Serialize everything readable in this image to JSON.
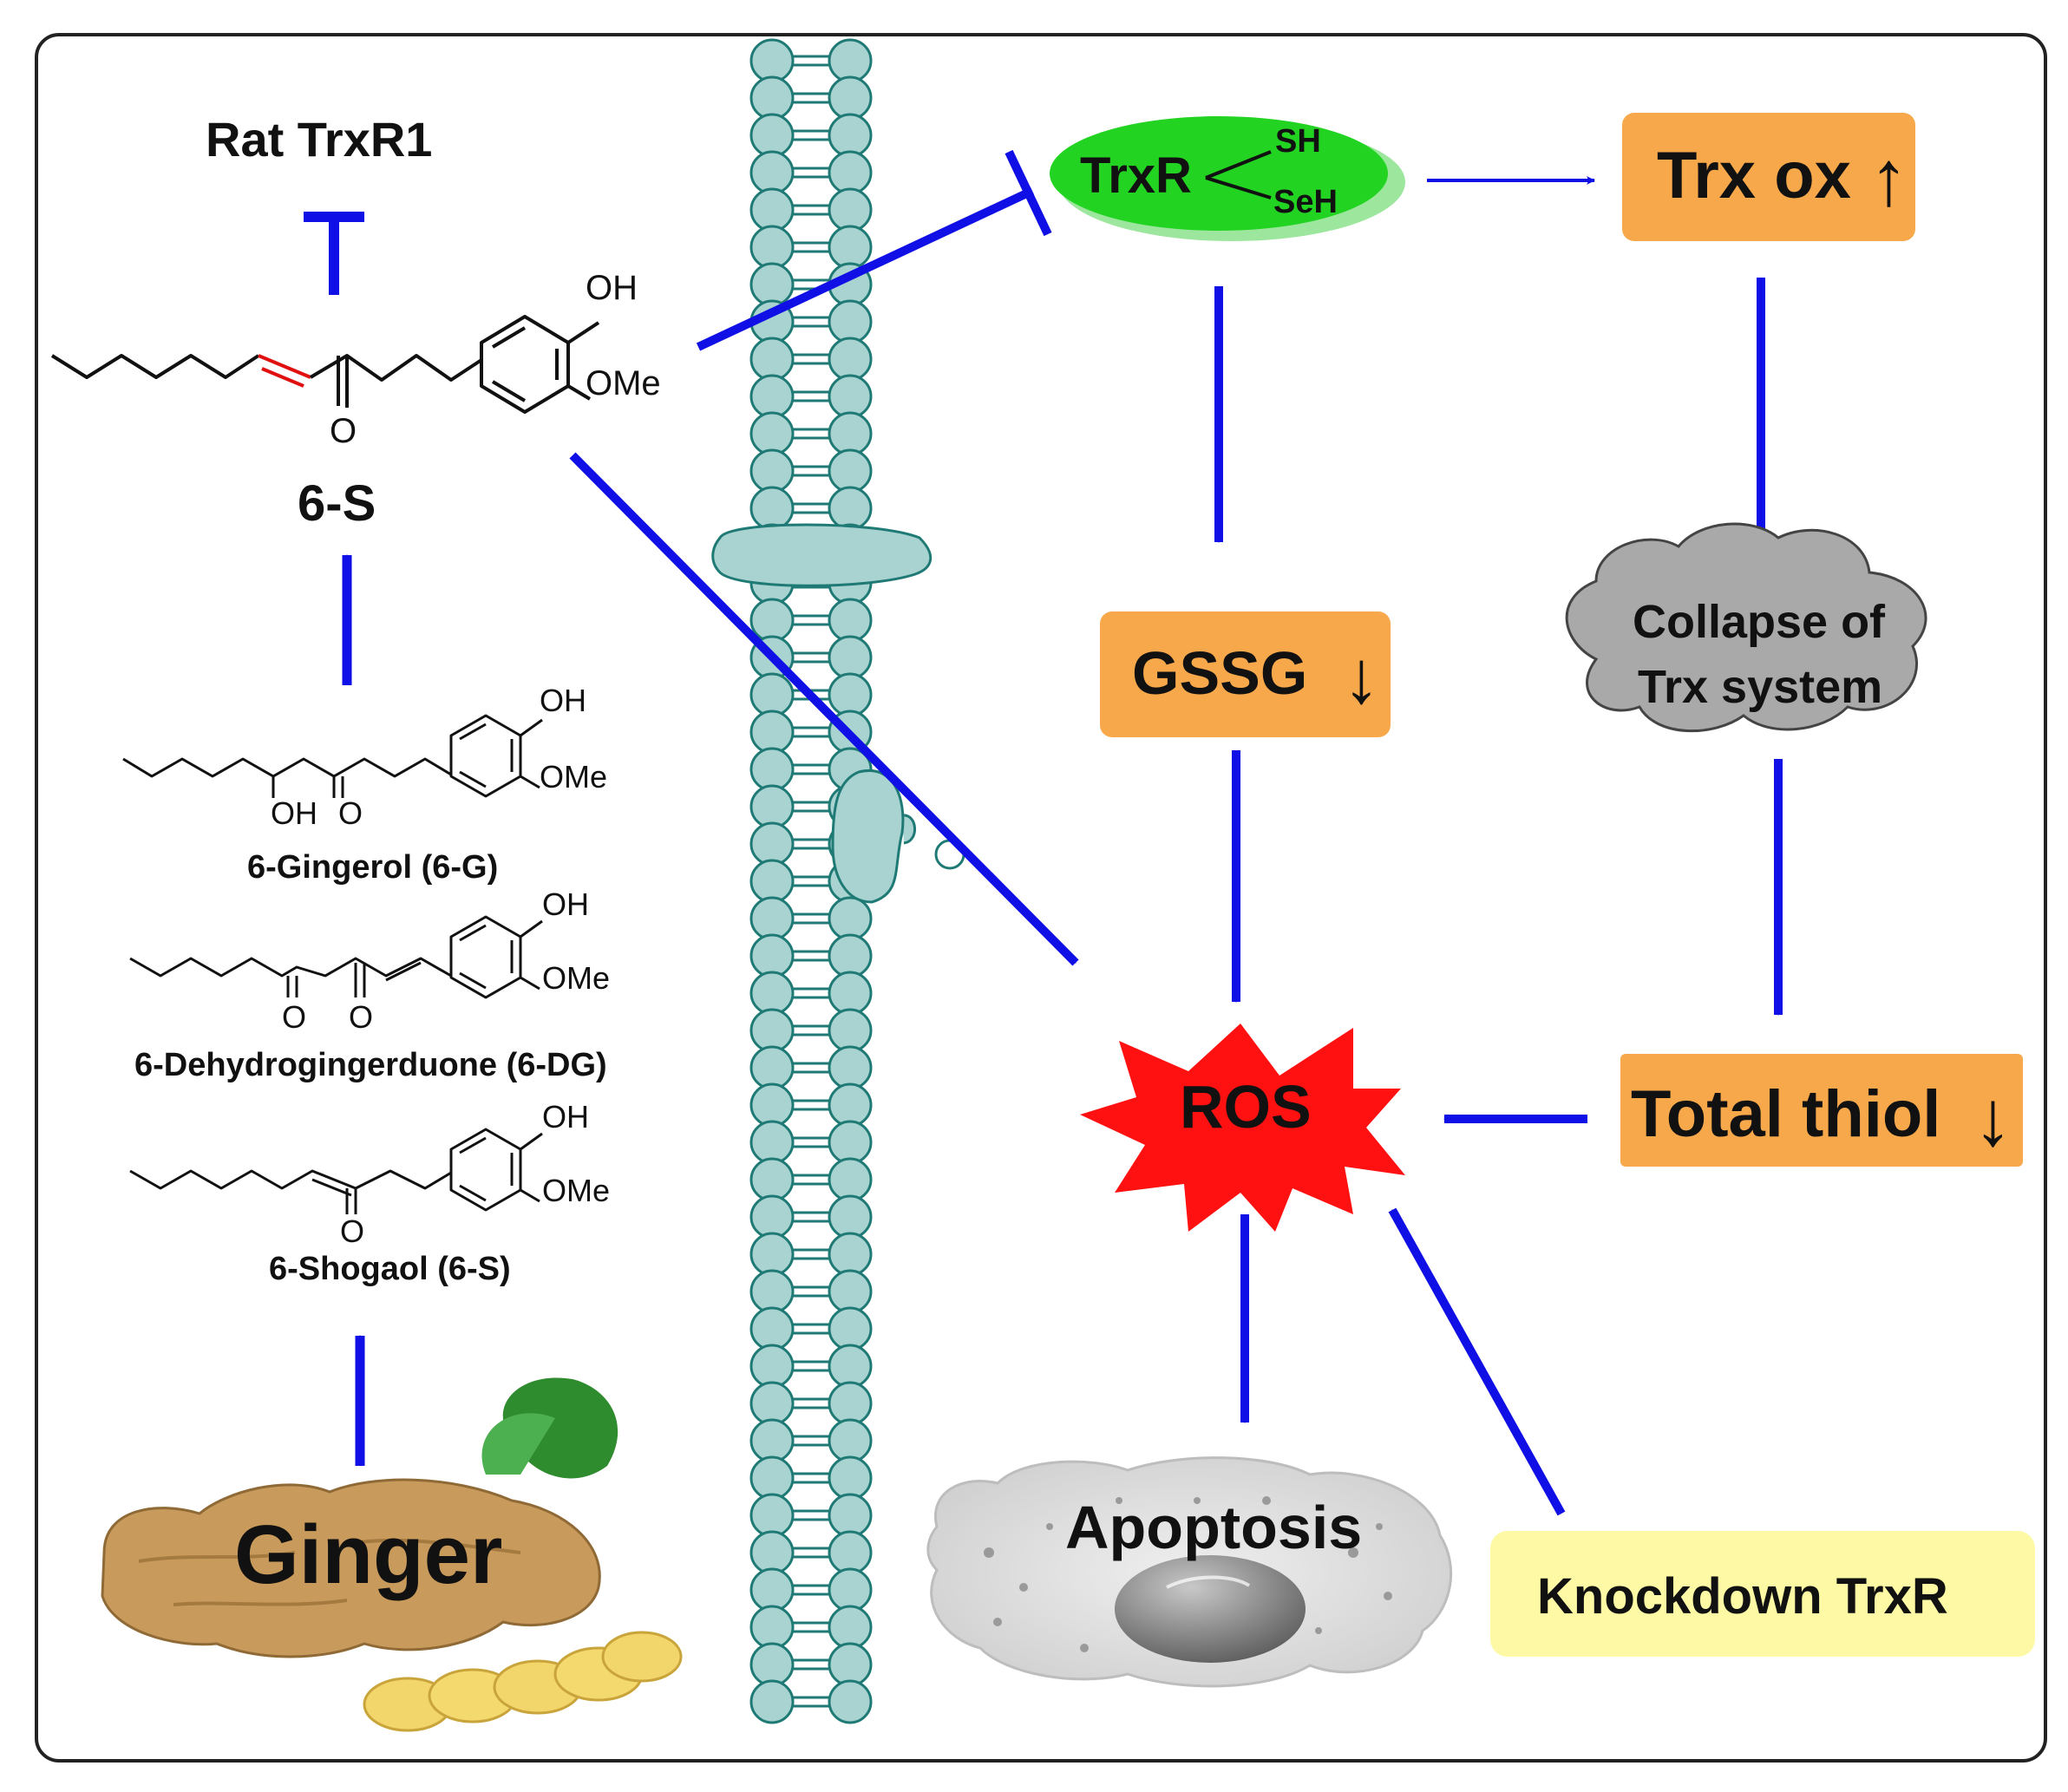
{
  "colors": {
    "arrow": "#1010e6",
    "membrane_fill": "#a9d3d0",
    "membrane_stroke": "#1f7a75",
    "orange_box": "#f7a84b",
    "trxr_fill": "#22d322",
    "ros_fill": "#ff1111",
    "cloud_fill": "#a9a9a9",
    "knockdown_fill": "#fdf9a4",
    "double_bond_red": "#e01010",
    "frame": "#222222"
  },
  "left": {
    "title": "Rat TrxR1",
    "compound_label": "6-S",
    "structures": [
      {
        "name": "6-Gingerol (6-G)"
      },
      {
        "name": "6-Dehydrogingerduone (6-DG)"
      },
      {
        "name": "6-Shogaol (6-S)"
      }
    ],
    "atoms": {
      "oh": "OH",
      "ome": "OMe",
      "o": "O"
    },
    "ginger": "Ginger"
  },
  "right": {
    "trxr_main": "TrxR",
    "trxr_sh": "SH",
    "trxr_seh": "SeH",
    "trx_ox": "Trx ox",
    "trx_ox_arrow": "↑",
    "gssg": "GSSG",
    "gssg_arrow": "↓",
    "collapse_line1": "Collapse of",
    "collapse_line2": "Trx system",
    "ros": "ROS",
    "total_thiol": "Total thiol",
    "total_thiol_arrow": "↓",
    "apoptosis": "Apoptosis",
    "knockdown": "Knockdown TrxR"
  }
}
